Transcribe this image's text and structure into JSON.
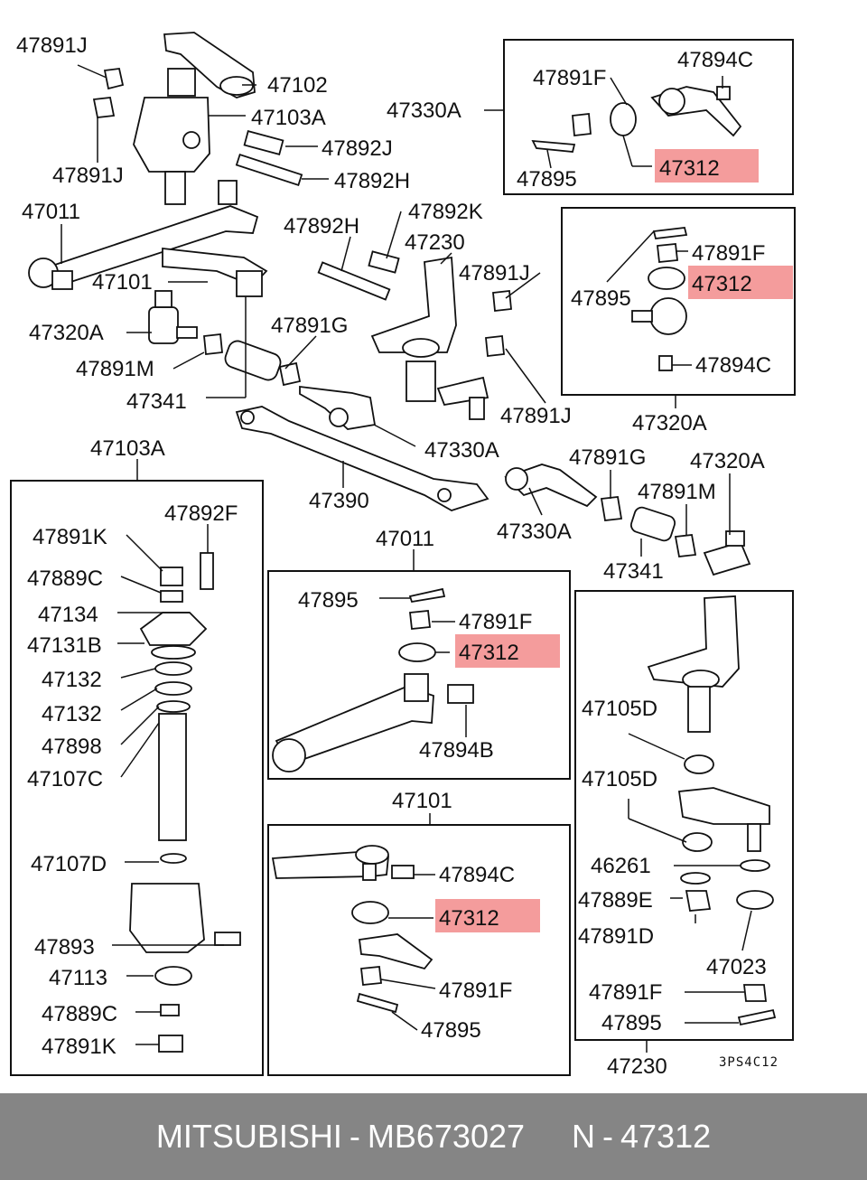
{
  "diagram": {
    "drawing_code": "3PS4C12",
    "highlight_color": "#f28b8b",
    "labels": {
      "l01": "47891J",
      "l02": "47102",
      "l03": "47103A",
      "l04": "47892J",
      "l05": "47891J",
      "l06": "47892H",
      "l07": "47011",
      "l08": "47892H",
      "l09": "47892K",
      "l10": "47230",
      "l11": "47891J",
      "l12": "47101",
      "l13": "47320A",
      "l14": "47891G",
      "l15": "47891M",
      "l16": "47341",
      "l17": "47330A",
      "l18": "47891J",
      "l19": "47390",
      "l20": "47103A",
      "l21": "47330A",
      "l22": "47891G",
      "l23": "47320A",
      "l24": "47891M",
      "l25": "47341",
      "l26": "47011",
      "a1": "47891F",
      "a2": "47894C",
      "a3": "47330A",
      "a4": "47312",
      "a5": "47895",
      "b1": "47891F",
      "b2": "47312",
      "b3": "47895",
      "b4": "47894C",
      "b5": "47320A",
      "c1": "47891K",
      "c2": "47892F",
      "c3": "47889C",
      "c4": "47134",
      "c5": "47131B",
      "c6": "47132",
      "c7": "47132",
      "c8": "47898",
      "c9": "47107C",
      "c10": "47107D",
      "c11": "47893",
      "c12": "47113",
      "c13": "47889C",
      "c14": "47891K",
      "d1": "47895",
      "d2": "47891F",
      "d3": "47312",
      "d4": "47894B",
      "e1": "47101",
      "e2": "47894C",
      "e3": "47312",
      "e4": "47891F",
      "e5": "47895",
      "f1": "47105D",
      "f2": "47105D",
      "f3": "46261",
      "f4": "47889E",
      "f5": "47891D",
      "f6": "47023",
      "f7": "47891F",
      "f8": "47895",
      "f9": "47230"
    }
  },
  "footer": {
    "brand": "MITSUBISHI",
    "sep1": "-",
    "part_number": "MB673027",
    "prefix": "N",
    "sep2": "-",
    "ref_number": "47312"
  }
}
